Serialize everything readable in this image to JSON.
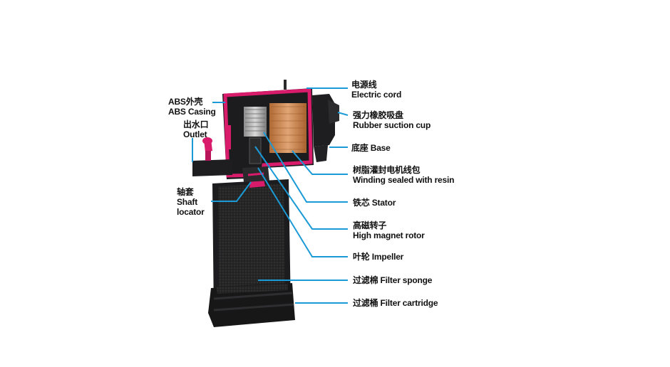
{
  "colors": {
    "casing": "#d81b6a",
    "leader": "#1a9ad6",
    "body": "#1c1c1e",
    "sponge": "#2a2a2a",
    "winding": "#c8864f"
  },
  "labels": {
    "electric_cord": {
      "zh": "电源线",
      "en": "Electric cord"
    },
    "suction_cup": {
      "zh": "强力橡胶吸盘",
      "en": "Rubber suction cup"
    },
    "base": {
      "text": "底座 Base"
    },
    "winding": {
      "zh": "树脂灌封电机线包",
      "en": "Winding sealed with resin"
    },
    "stator": {
      "text": "铁芯 Stator"
    },
    "rotor": {
      "zh": "高磁转子",
      "en": "High magnet rotor"
    },
    "impeller": {
      "text": "叶轮 Impeller"
    },
    "filter_sponge": {
      "text": "过滤棉 Filter sponge"
    },
    "filter_cartridge": {
      "text": "过滤桶 Filter cartridge"
    },
    "abs_casing": {
      "zh": "ABS外壳",
      "en": "ABS Casing"
    },
    "outlet": {
      "zh": "出水口",
      "en": "Outlet"
    },
    "shaft_locator": {
      "zh": "轴套",
      "en1": "Shaft",
      "en2": "locator"
    }
  }
}
